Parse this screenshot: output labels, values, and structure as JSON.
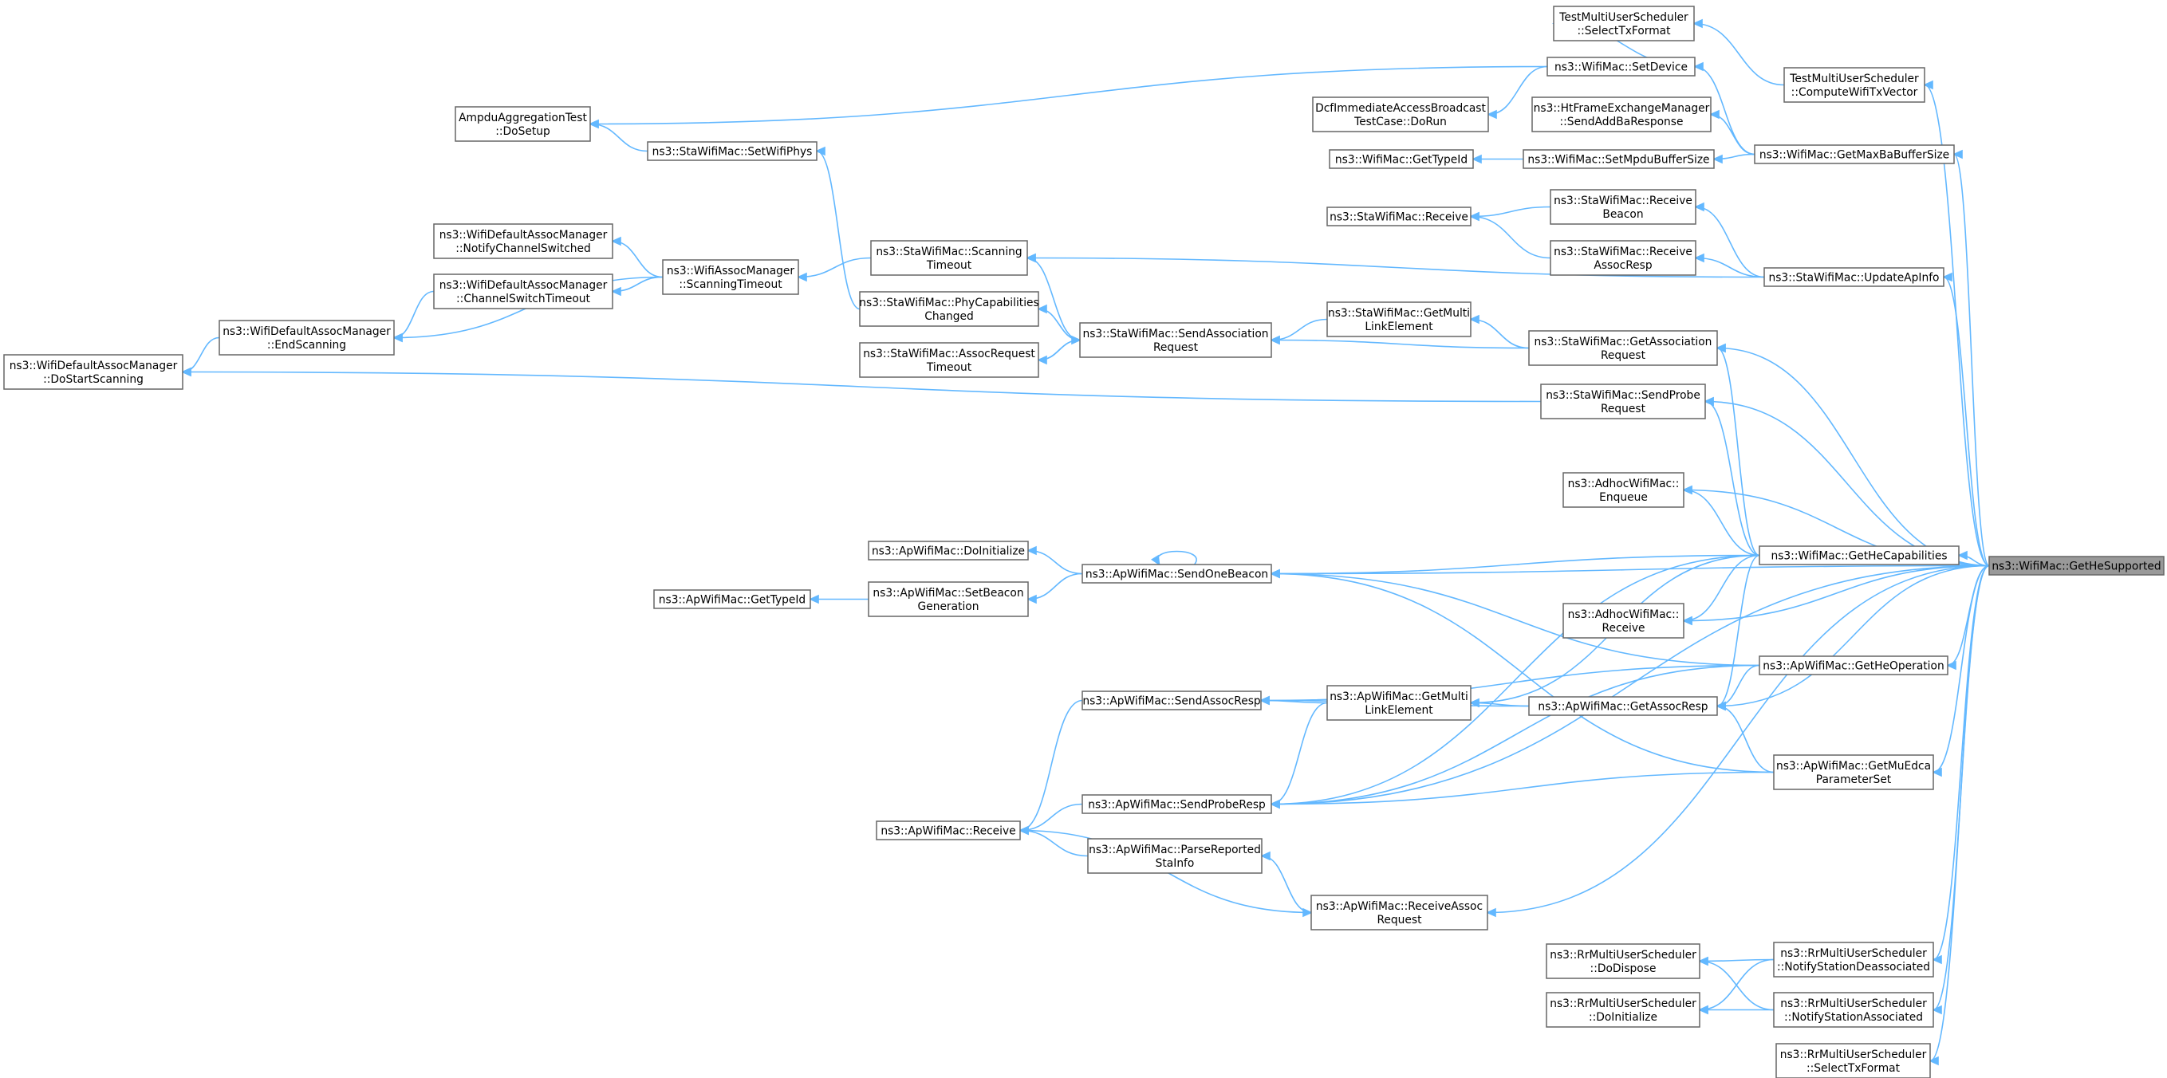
{
  "graph": {
    "root_id": "n0",
    "nodes": [
      {
        "id": "n0",
        "lines": [
          "ns3::WifiMac::GetHeSupported"
        ]
      },
      {
        "id": "n1",
        "lines": [
          "ns3::AdhocWifiMac::",
          "Enqueue"
        ]
      },
      {
        "id": "n2",
        "lines": [
          "ns3::WifiMac::GetHeCapabilities"
        ]
      },
      {
        "id": "n3",
        "lines": [
          "ns3::AdhocWifiMac::",
          "Receive"
        ]
      },
      {
        "id": "n4",
        "lines": [
          "ns3::ApWifiMac::GetAssocResp"
        ]
      },
      {
        "id": "n5",
        "lines": [
          "ns3::ApWifiMac::GetMulti",
          "LinkElement"
        ]
      },
      {
        "id": "n6",
        "lines": [
          "ns3::ApWifiMac::SendAssocResp"
        ]
      },
      {
        "id": "n7",
        "lines": [
          "ns3::ApWifiMac::Receive"
        ]
      },
      {
        "id": "n8",
        "lines": [
          "ns3::ApWifiMac::SendProbeResp"
        ]
      },
      {
        "id": "n9",
        "lines": [
          "ns3::ApWifiMac::ReceiveAssoc",
          "Request"
        ]
      },
      {
        "id": "n10",
        "lines": [
          "ns3::ApWifiMac::SendOneBeacon"
        ]
      },
      {
        "id": "n11",
        "lines": [
          "ns3::ApWifiMac::DoInitialize"
        ]
      },
      {
        "id": "n12",
        "lines": [
          "ns3::ApWifiMac::SetBeacon",
          "Generation"
        ]
      },
      {
        "id": "n13",
        "lines": [
          "ns3::ApWifiMac::GetTypeId"
        ]
      },
      {
        "id": "n14",
        "lines": [
          "ns3::StaWifiMac::GetAssociation",
          "Request"
        ]
      },
      {
        "id": "n15",
        "lines": [
          "ns3::StaWifiMac::SendAssociation",
          "Request"
        ]
      },
      {
        "id": "n16",
        "lines": [
          "ns3::StaWifiMac::AssocRequest",
          "Timeout"
        ]
      },
      {
        "id": "n17",
        "lines": [
          "ns3::StaWifiMac::PhyCapabilities",
          "Changed"
        ]
      },
      {
        "id": "n18",
        "lines": [
          "ns3::StaWifiMac::Scanning",
          "Timeout"
        ]
      },
      {
        "id": "n19",
        "lines": [
          "ns3::WifiAssocManager",
          "::ScanningTimeout"
        ]
      },
      {
        "id": "n20",
        "lines": [
          "ns3::WifiDefaultAssocManager",
          "::ChannelSwitchTimeout"
        ]
      },
      {
        "id": "n21",
        "lines": [
          "ns3::WifiDefaultAssocManager",
          "::EndScanning"
        ]
      },
      {
        "id": "n22",
        "lines": [
          "ns3::WifiDefaultAssocManager",
          "::DoStartScanning"
        ]
      },
      {
        "id": "n23",
        "lines": [
          "ns3::WifiDefaultAssocManager",
          "::NotifyChannelSwitched"
        ]
      },
      {
        "id": "n24",
        "lines": [
          "ns3::StaWifiMac::SendProbe",
          "Request"
        ]
      },
      {
        "id": "n25",
        "lines": [
          "ns3::StaWifiMac::GetMulti",
          "LinkElement"
        ]
      },
      {
        "id": "n26",
        "lines": [
          "ns3::ApWifiMac::GetHeOperation"
        ]
      },
      {
        "id": "n27",
        "lines": [
          "ns3::ApWifiMac::GetMuEdca",
          "ParameterSet"
        ]
      },
      {
        "id": "n28",
        "lines": [
          "ns3::ApWifiMac::ParseReported",
          "StaInfo"
        ]
      },
      {
        "id": "n29",
        "lines": [
          "ns3::StaWifiMac::SetWifiPhys"
        ]
      },
      {
        "id": "n30",
        "lines": [
          "AmpduAggregationTest",
          "::DoSetup"
        ]
      },
      {
        "id": "n31",
        "lines": [
          "ns3::RrMultiUserScheduler",
          "::NotifyStationAssociated"
        ]
      },
      {
        "id": "n32",
        "lines": [
          "ns3::RrMultiUserScheduler",
          "::DoInitialize"
        ]
      },
      {
        "id": "n33",
        "lines": [
          "ns3::RrMultiUserScheduler",
          "::DoDispose"
        ]
      },
      {
        "id": "n34",
        "lines": [
          "ns3::RrMultiUserScheduler",
          "::NotifyStationDeassociated"
        ]
      },
      {
        "id": "n35",
        "lines": [
          "ns3::RrMultiUserScheduler",
          "::SelectTxFormat"
        ]
      },
      {
        "id": "n36",
        "lines": [
          "ns3::StaWifiMac::UpdateApInfo"
        ]
      },
      {
        "id": "n37",
        "lines": [
          "ns3::StaWifiMac::Receive",
          "AssocResp"
        ]
      },
      {
        "id": "n38",
        "lines": [
          "ns3::StaWifiMac::Receive"
        ]
      },
      {
        "id": "n39",
        "lines": [
          "ns3::StaWifiMac::Receive",
          "Beacon"
        ]
      },
      {
        "id": "n40",
        "lines": [
          "ns3::WifiMac::GetMaxBaBufferSize"
        ]
      },
      {
        "id": "n41",
        "lines": [
          "ns3::HtFrameExchangeManager",
          "::SendAddBaResponse"
        ]
      },
      {
        "id": "n42",
        "lines": [
          "ns3::WifiMac::SetDevice"
        ]
      },
      {
        "id": "n43",
        "lines": [
          "DcfImmediateAccessBroadcast",
          "TestCase::DoRun"
        ]
      },
      {
        "id": "n44",
        "lines": [
          "ns3::WifiMac::SetMpduBufferSize"
        ]
      },
      {
        "id": "n45",
        "lines": [
          "ns3::WifiMac::GetTypeId"
        ]
      },
      {
        "id": "n46",
        "lines": [
          "TestMultiUserScheduler",
          "::ComputeWifiTxVector"
        ]
      },
      {
        "id": "n47",
        "lines": [
          "TestMultiUserScheduler",
          "::SelectTxFormat"
        ]
      }
    ],
    "edges": [
      [
        "n1",
        "n0"
      ],
      [
        "n2",
        "n0"
      ],
      [
        "n3",
        "n0"
      ],
      [
        "n4",
        "n0"
      ],
      [
        "n8",
        "n0"
      ],
      [
        "n9",
        "n0"
      ],
      [
        "n10",
        "n0"
      ],
      [
        "n14",
        "n0"
      ],
      [
        "n24",
        "n0"
      ],
      [
        "n26",
        "n0"
      ],
      [
        "n27",
        "n0"
      ],
      [
        "n31",
        "n0"
      ],
      [
        "n34",
        "n0"
      ],
      [
        "n35",
        "n0"
      ],
      [
        "n36",
        "n0"
      ],
      [
        "n40",
        "n0"
      ],
      [
        "n46",
        "n0"
      ],
      [
        "n1",
        "n2"
      ],
      [
        "n3",
        "n2"
      ],
      [
        "n4",
        "n2"
      ],
      [
        "n5",
        "n2"
      ],
      [
        "n8",
        "n2"
      ],
      [
        "n10",
        "n2"
      ],
      [
        "n14",
        "n2"
      ],
      [
        "n24",
        "n2"
      ],
      [
        "n5",
        "n4"
      ],
      [
        "n6",
        "n4"
      ],
      [
        "n6",
        "n5"
      ],
      [
        "n8",
        "n5"
      ],
      [
        "n7",
        "n6"
      ],
      [
        "n7",
        "n8"
      ],
      [
        "n7",
        "n28"
      ],
      [
        "n9",
        "n7"
      ],
      [
        "n10",
        "n10"
      ],
      [
        "n11",
        "n10"
      ],
      [
        "n12",
        "n10"
      ],
      [
        "n13",
        "n12"
      ],
      [
        "n15",
        "n14"
      ],
      [
        "n16",
        "n15"
      ],
      [
        "n17",
        "n15"
      ],
      [
        "n18",
        "n15"
      ],
      [
        "n15",
        "n16"
      ],
      [
        "n19",
        "n18"
      ],
      [
        "n20",
        "n19"
      ],
      [
        "n21",
        "n19"
      ],
      [
        "n23",
        "n19"
      ],
      [
        "n22",
        "n21"
      ],
      [
        "n21",
        "n20"
      ],
      [
        "n22",
        "n24"
      ],
      [
        "n15",
        "n25"
      ],
      [
        "n25",
        "n14"
      ],
      [
        "n4",
        "n26"
      ],
      [
        "n6",
        "n26"
      ],
      [
        "n8",
        "n26"
      ],
      [
        "n10",
        "n26"
      ],
      [
        "n4",
        "n27"
      ],
      [
        "n8",
        "n27"
      ],
      [
        "n10",
        "n27"
      ],
      [
        "n28",
        "n9"
      ],
      [
        "n29",
        "n17"
      ],
      [
        "n30",
        "n29"
      ],
      [
        "n30",
        "n42"
      ],
      [
        "n32",
        "n31"
      ],
      [
        "n33",
        "n31"
      ],
      [
        "n32",
        "n34"
      ],
      [
        "n33",
        "n34"
      ],
      [
        "n18",
        "n36"
      ],
      [
        "n37",
        "n36"
      ],
      [
        "n39",
        "n36"
      ],
      [
        "n38",
        "n37"
      ],
      [
        "n38",
        "n39"
      ],
      [
        "n41",
        "n40"
      ],
      [
        "n42",
        "n40"
      ],
      [
        "n44",
        "n40"
      ],
      [
        "n43",
        "n42"
      ],
      [
        "n45",
        "n44"
      ],
      [
        "n47",
        "n46"
      ],
      [
        "n47",
        "n42"
      ]
    ]
  }
}
